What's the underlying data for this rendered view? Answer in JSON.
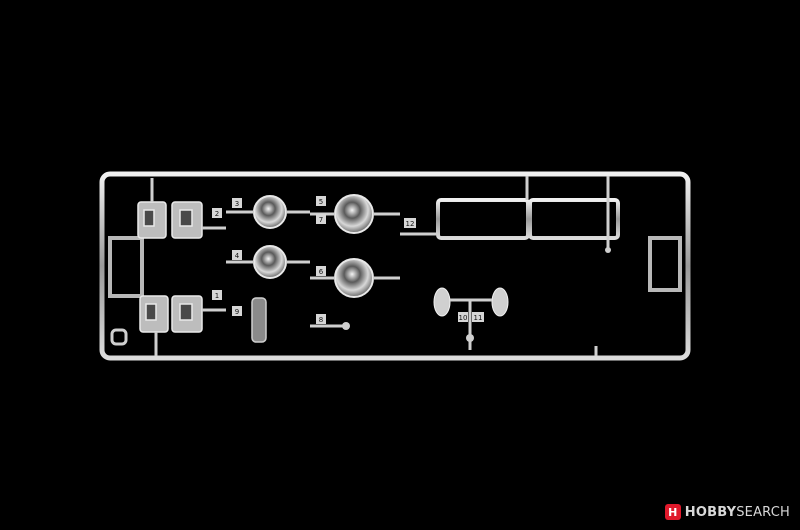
{
  "photo": {
    "subject": "chrome-plated model kit parts sprue",
    "background_color": "#000000",
    "metal_color": "#c8c8c8"
  },
  "part_numbers": [
    "2",
    "3",
    "4",
    "5",
    "6",
    "7",
    "8",
    "9",
    "10",
    "11",
    "12",
    "1"
  ],
  "watermark": {
    "brand_bold": "HOBBY",
    "brand_thin": "SEARCH",
    "badge": "H",
    "accent_color": "#e0192b"
  }
}
